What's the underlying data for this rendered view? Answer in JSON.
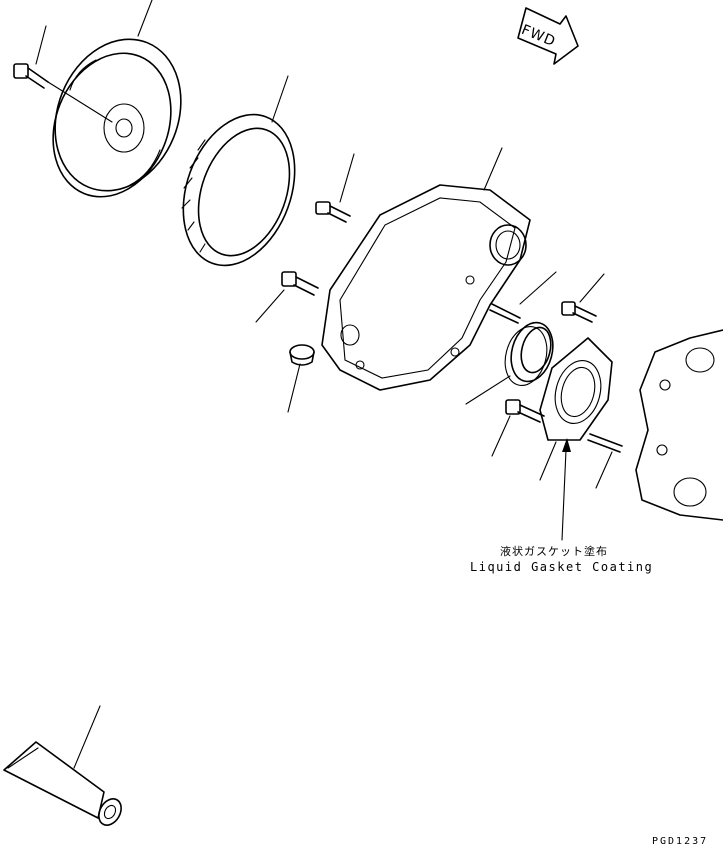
{
  "direction_marker": {
    "label": "FWD"
  },
  "note": {
    "japanese": "液状ガスケット塗布",
    "english": "Liquid Gasket Coating"
  },
  "figure_code": "PGD1237"
}
